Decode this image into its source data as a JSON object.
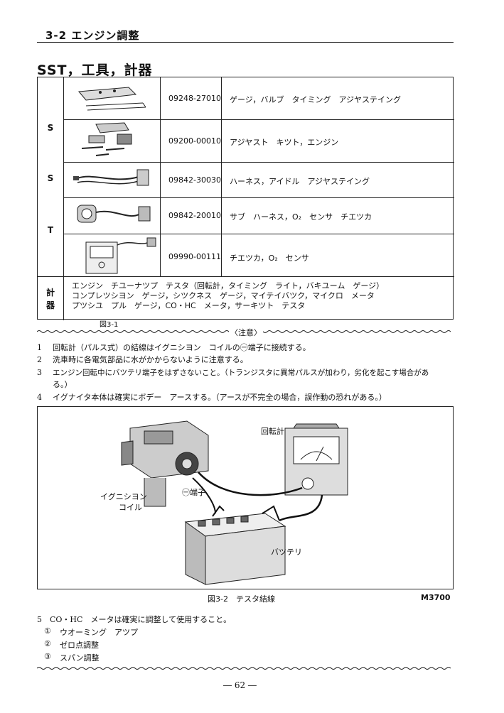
{
  "header": {
    "section_title": "3-2  エンジン調整"
  },
  "page_heading": "SST，工具，計器",
  "sst_side_letters": [
    "S",
    "S",
    "T"
  ],
  "sst_rows": [
    {
      "code": "09248-27010",
      "name": "ゲージ，バルブ　タイミング　アジヤステイング"
    },
    {
      "code": "09200-00010",
      "name": "アジヤスト　キツト，エンジン"
    },
    {
      "code": "09842-30030",
      "name": "ハーネス，アイドル　アジヤステイング"
    },
    {
      "code": "09842-20010",
      "name": "サブ　ハーネス，O₂　センサ　チエツカ"
    },
    {
      "code": "09990-00111",
      "name": "チエツカ，O₂　センサ"
    }
  ],
  "gauges": {
    "label_1": "計",
    "label_2": "器",
    "lines": [
      "エンジン　チユーナツプ　テスタ（回転計，タイミング　ライト，バキユーム　ゲージ）",
      "コンプレツシヨン　ゲージ，シツクネス　ゲージ，マイテイバツク，マイクロ　メータ",
      "プツシユ　プル　ゲージ，CO・HC　メータ，サーキツト　テスタ"
    ]
  },
  "figure1_caption": "図3-1",
  "caution_label": "〈注意〉",
  "notes": [
    {
      "num": "1",
      "text": "回転計（パルス式）の結線はイグニシヨン　コイルの㊀端子に接続する。"
    },
    {
      "num": "2",
      "text": "洗車時に各電気部品に水がかからないように注意する。"
    },
    {
      "num": "3",
      "text": "エンジン回転中にバツテリ端子をはずさないこと。（トランジスタに異常パルスが加わり，劣化を起こす場合があ"
    },
    {
      "num": "",
      "text": "る。）"
    },
    {
      "num": "4",
      "text": "イグナイタ本体は確実にボデー　アースする。（アースが不完全の場合，誤作動の恐れがある。）"
    }
  ],
  "figure2": {
    "label_tachometer": "回転計",
    "label_terminal": "㊀端子",
    "label_coil_1": "イグニシヨン",
    "label_coil_2": "コイル",
    "label_battery": "バツテリ",
    "caption": "図3-2　テスタ結線",
    "code": "M3700"
  },
  "bottom_notes": {
    "item5": "5　CO・HC　メータは確実に調整して使用すること。",
    "sub": [
      {
        "num": "①",
        "text": "ウオーミング　アツプ"
      },
      {
        "num": "②",
        "text": "ゼロ点調整"
      },
      {
        "num": "③",
        "text": "スパン調整"
      }
    ]
  },
  "page_number": "― 62 ―"
}
